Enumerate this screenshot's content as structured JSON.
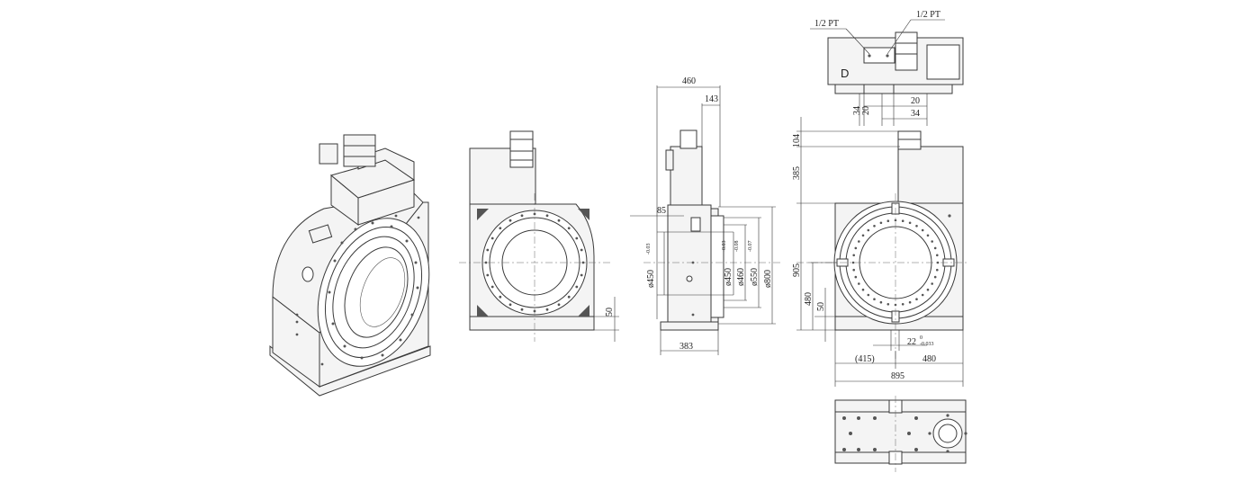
{
  "dimensions": {
    "top_width": "460",
    "top_offset": "143",
    "side_offset": "85",
    "d_450_a": "ø450",
    "tol_a": "-0.03",
    "d_450_b": "ø450",
    "tol_b": "-0.03",
    "d_460": "ø460",
    "tol_c": "-0.08",
    "d_550": "ø550",
    "tol_d": "-0.07",
    "d_800": "ø800",
    "base_height_front": "50",
    "base_depth": "383",
    "pipe_left": "1/2 PT",
    "pipe_right": "1/2 PT",
    "top_34": "34",
    "top_20": "20",
    "dim_20": "20",
    "dim_34": "34",
    "h_104": "104",
    "h_385": "385",
    "h_905": "905",
    "h_480": "480",
    "h_50": "50",
    "slot_22": "22",
    "slot_tol_top": "0",
    "slot_tol_bot": "-0.033",
    "w_415": "(415)",
    "w_480": "480",
    "w_895": "895"
  },
  "colors": {
    "line": "#3a3a3a",
    "face": "#f4f4f4"
  }
}
